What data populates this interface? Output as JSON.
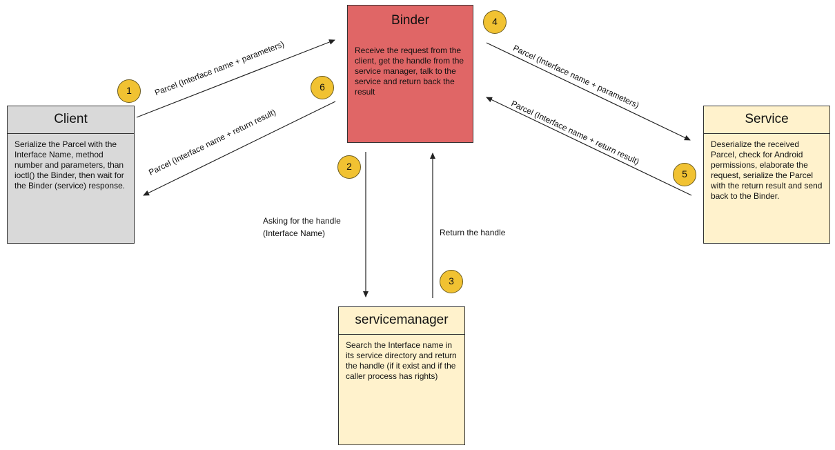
{
  "nodes": {
    "client": {
      "title": "Client",
      "description": "Serialize the Parcel with the Interface Name, method number and parameters, than ioctl() the Binder, then wait for the Binder (service) response."
    },
    "binder": {
      "title": "Binder",
      "description": "Receive the request from the client, get the handle from the service manager, talk to the service and return back the result"
    },
    "service": {
      "title": "Service",
      "description": "Deserialize the received Parcel, check for Android permissions, elaborate the request, serialize the Parcel with the return result and send back to the Binder."
    },
    "servicemanager": {
      "title": "servicemanager",
      "description": "Search the Interface name in its service directory and return the handle (if it exist and if the caller process has rights)"
    }
  },
  "edges": {
    "client_to_binder": "Parcel (Interface name + parameters)",
    "binder_to_client": "Parcel (Interface name + return result)",
    "binder_to_service": "Parcel (Interface name + parameters)",
    "service_to_binder": "Parcel (Interface name + return result)",
    "binder_to_sm_line1": "Asking for the handle",
    "binder_to_sm_line2": "(Interface Name)",
    "sm_to_binder": "Return the handle"
  },
  "steps": {
    "s1": "1",
    "s2": "2",
    "s3": "3",
    "s4": "4",
    "s5": "5",
    "s6": "6"
  },
  "colors": {
    "client": "#d9d9d9",
    "binder": "#e06666",
    "service": "#fff2cc",
    "servicemanager": "#fff2cc",
    "badge": "#f1c232"
  }
}
